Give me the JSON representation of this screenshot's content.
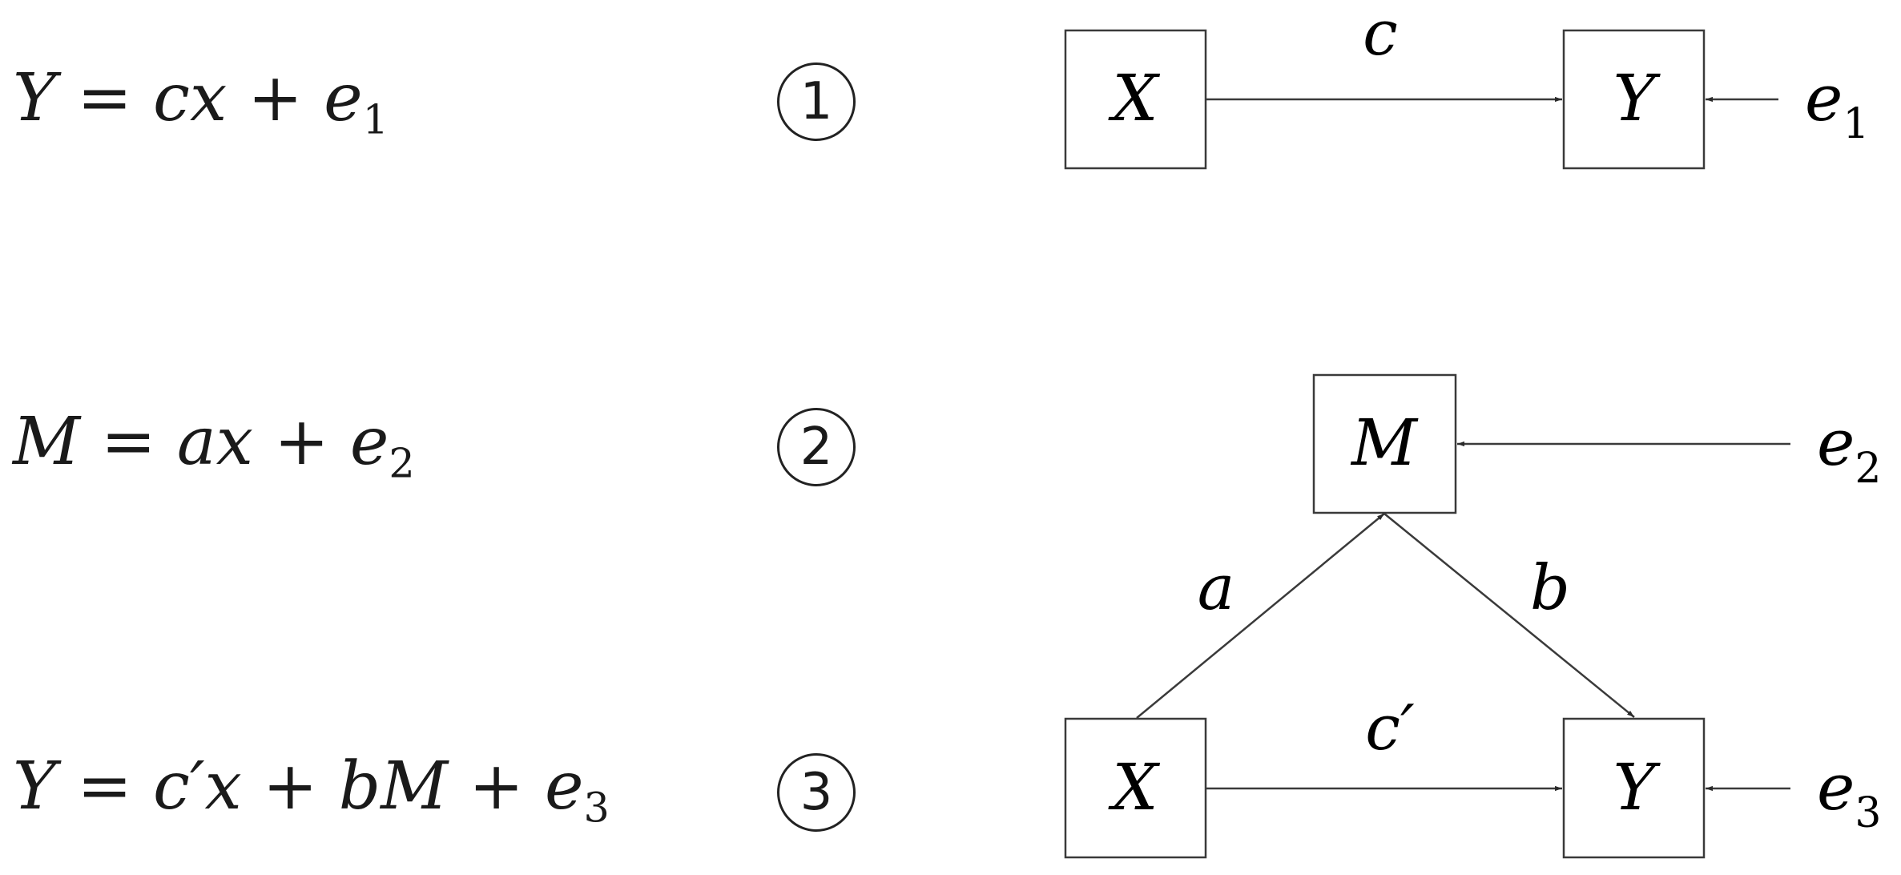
{
  "equations": [
    {
      "lhs": "Y",
      "eq": "=",
      "t1": "cx",
      "plus1": "+",
      "t2": "e",
      "t2_sub": "1",
      "plus2": "",
      "t3": "",
      "t3_sub": ""
    },
    {
      "lhs": "M",
      "eq": "=",
      "t1": "ax",
      "plus1": "+",
      "t2": "e",
      "t2_sub": "2",
      "plus2": "",
      "t3": "",
      "t3_sub": ""
    },
    {
      "lhs": "Y",
      "eq": "=",
      "t1": "c′x",
      "plus1": "+",
      "t2": "bM",
      "t2_sub": "",
      "plus2": "+",
      "t3": "e",
      "t3_sub": "3"
    }
  ],
  "markers": [
    "1",
    "2",
    "3"
  ],
  "diagram1": {
    "x_node": "X",
    "y_node": "Y",
    "path_c": "c",
    "error": "e",
    "error_sub": "1"
  },
  "diagram2": {
    "m_node": "M",
    "x_node": "X",
    "y_node": "Y",
    "path_a": "a",
    "path_b": "b",
    "path_c_prime": "c′",
    "error_m": "e",
    "error_m_sub": "2",
    "error_y": "e",
    "error_y_sub": "3"
  },
  "colors": {
    "stroke": "#3a3a3a",
    "text": "#1a1a1a",
    "background": "#ffffff"
  }
}
